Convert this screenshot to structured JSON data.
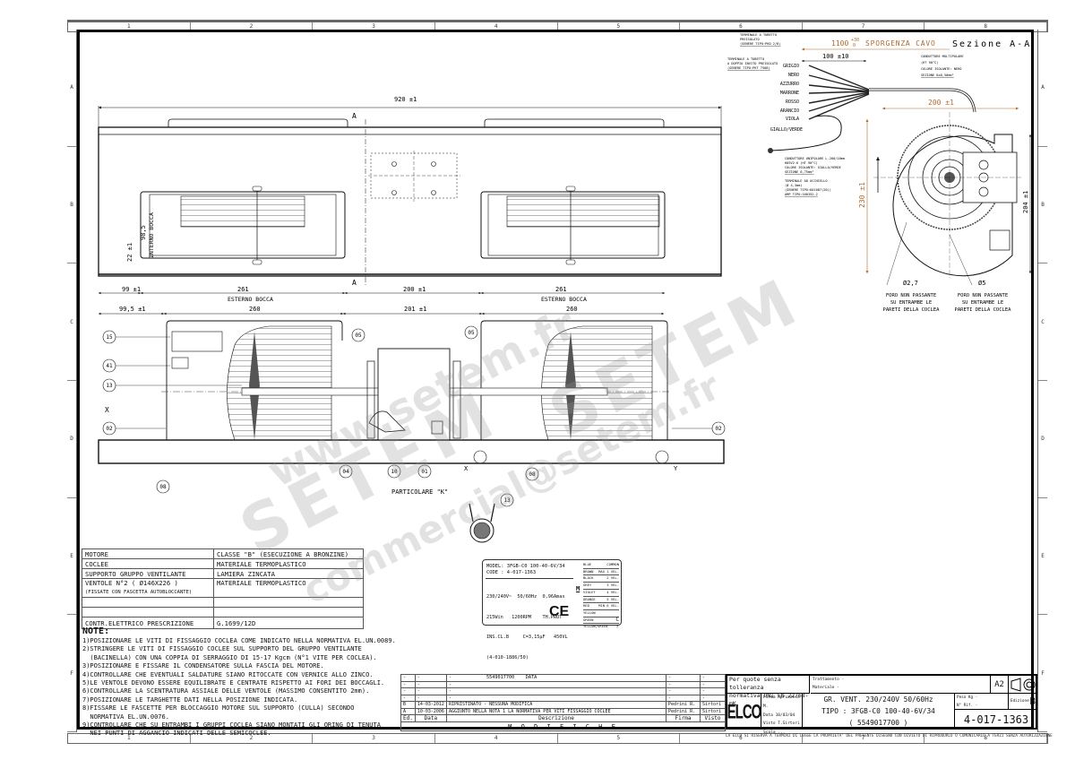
{
  "rulers": {
    "columns": [
      "1",
      "2",
      "3",
      "4",
      "5",
      "6",
      "7",
      "8"
    ],
    "rows": [
      "A",
      "B",
      "C",
      "D",
      "E",
      "F"
    ]
  },
  "front_view": {
    "overall_width": "920 ±1",
    "section_marker": "A",
    "left_offset": "99 ±1",
    "mouth_external": "261",
    "mouth_external_label": "ESTERNO BOCCA",
    "center_gap": "200 ±1",
    "mouth_internal": "98,5",
    "mouth_internal_label": "INTERNO BOCCA",
    "bottom_offset": "22 ±1"
  },
  "bottom_view": {
    "left_offset": "99,5 ±1",
    "left_mouth": "260",
    "center_gap": "201 ±1",
    "right_mouth": "260",
    "x_marker": "X",
    "y_marker": "Y",
    "callouts": [
      "15",
      "41",
      "13",
      "02",
      "05",
      "05",
      "04",
      "10",
      "01",
      "08",
      "08",
      "02"
    ],
    "detail_label": "PARTICOLARE \"K\"",
    "detail_callout": "13"
  },
  "section_view": {
    "title": "Sezione A-A",
    "cable_length": "1100",
    "cable_tol_plus": "+30",
    "cable_tol_minus": "0",
    "cable_label": "SPORGENZA CAVO",
    "strip_length": "100 ±10",
    "wires": [
      "GRIGIO",
      "NERO",
      "AZZURRO",
      "MARRONE",
      "ROSSO",
      "ARANCIO",
      "VIOLA"
    ],
    "ground_wire": "GIALLO/VERDE",
    "terminal_note_1": [
      "TERMINALE A TUBETTO",
      "PREISOLATO",
      "(GENERE TIPO:PKD 2/8)"
    ],
    "terminal_note_2": [
      "TERMINALE A TUBETTO",
      "A DOPPIO INVITO PREISOLATO",
      "(GENERE TIPO:PKT 7508)"
    ],
    "cable_note": [
      "CONDUTTORE MULTIPOLARE",
      "(HT 90°C)",
      "COLORE ISOLANTE: NERO",
      "SEZIONE 8x0,50mm²"
    ],
    "ground_note": [
      "CONDUTTORE UNIPOLARE L.200/10mm",
      "H05V2-K (HT 90°C)",
      "COLORE ISOLANTE: GIALLO/VERDE",
      "SEZIONE 0,75mm²"
    ],
    "eyelet_note": [
      "TERMINALE AD OCCHIELLO",
      "(Ø 4,3mm)",
      "(GENERE TIPO:601087(20))",
      "AMP   TIPO:160352-2"
    ],
    "width_dim": "200 ±1",
    "height_dim": "230 ±1",
    "side_dim": "204 ±1",
    "hole_small": "Ø2,7",
    "hole_large": "Ø5",
    "hole_note": [
      "FORO NON PASSANTE",
      "SU ENTRAMBE LE",
      "PARETI DELLA COCLEA"
    ]
  },
  "spec_table": [
    {
      "item": "MOTORE",
      "value": "CLASSE \"B\" (ESECUZIONE A BRONZINE)"
    },
    {
      "item": "COCLEE",
      "value": "MATERIALE TERMOPLASTICO"
    },
    {
      "item": "SUPPORTO GRUPPO VENTILANTE",
      "value": "LAMIERA ZINCATA"
    },
    {
      "item": "VENTOLE N°2 ( Ø146X226 )",
      "sub": "(FISSATE CON FASCETTA AUTOBLOCCANTE)",
      "value": "MATERIALE TERMOPLASTICO"
    },
    {
      "item": "",
      "value": ""
    },
    {
      "item": "",
      "value": ""
    },
    {
      "item": "CONTR.ELETTRICO PRESCRIZIONE",
      "value": "G.1699/12D"
    }
  ],
  "notes": {
    "title": "NOTE:",
    "text": "1)POSIZIONARE LE VITI DI FISSAGGIO COCLEA COME INDICATO NELLA NORMATIVA EL.UN.0089.\n2)STRINGERE LE VITI DI FISSAGGIO COCLEE SUL SUPPORTO DEL GRUPPO VENTILANTE\n  (BACINELLA) CON UNA COPPIA DI SERRAGGIO DI 15-17 Kgcm (N°1 VITE PER COCLEA).\n3)POSIZIONARE E FISSARE IL CONDENSATORE SULLA FASCIA DEL MOTORE.\n4)CONTROLLARE CHE EVENTUALI SALDATURE SIANO RITOCCATE CON VERNICE ALLO ZINCO.\n5)LE VENTOLE DEVONO ESSERE EQUILIBRATE E CENTRATE RISPETTO AI FORI DEI BOCCAGLI.\n6)CONTROLLARE LA SCENTRATURA ASSIALE DELLE VENTOLE (MASSIMO CONSENTITO 2mm).\n7)POSIZIONARE LE TARGHETTE DATI NELLA POSIZIONE INDICATA.\n8)FISSARE LE FASCETTE PER BLOCCAGGIO MOTORE SUL SUPPORTO (CULLA) SECONDO\n  NORMATIVA EL.UN.0076.\n9)CONTROLLARE CHE SU ENTRAMBI I GRUPPI COCLEA SIANO MONTATI GLI ORING DI TENUTA\n  NEI PUNTI DI AGGANCIO INDICATI DELLE SEMICOCLEE."
  },
  "motor_label": {
    "model": "MODEL: 3FGB-C0 100-40-6V/34",
    "code": "CODE : 4-017-1363",
    "line1": "230/240V~  50/60Hz  0,96Amax",
    "line2": "215Win   1200RPM    TH.PROT",
    "line3": "INS.CL.B     C=3,15µF   450VL",
    "line4": "(4-010-1886/50)",
    "line5": "5549017700    DATA",
    "mark": "CE",
    "motor_symbol": "M",
    "wire_table": [
      {
        "color": "BLUE",
        "fn": "COMMON"
      },
      {
        "color": "BROWN",
        "fn": "MAX 1 VEL."
      },
      {
        "color": "BLACK",
        "fn": "2 VEL."
      },
      {
        "color": "GREY",
        "fn": "3 VEL."
      },
      {
        "color": "VIOLET",
        "fn": "4 VEL."
      },
      {
        "color": "ORANGE",
        "fn": "5 VEL."
      },
      {
        "color": "RED",
        "fn": "MIN 6 VEL."
      },
      {
        "color": "YELLOW",
        "fn": ""
      },
      {
        "color": "GREEN",
        "fn": "C"
      },
      {
        "color": "YELLOW/GREEN",
        "fn": "⏚"
      }
    ]
  },
  "modifications": {
    "rows": [
      {
        "ed": "-",
        "date": "-",
        "desc": "-",
        "sign": "-",
        "seen": "-"
      },
      {
        "ed": "-",
        "date": "-",
        "desc": "-",
        "sign": "-",
        "seen": "-"
      },
      {
        "ed": "-",
        "date": "-",
        "desc": "-",
        "sign": "-",
        "seen": "-"
      },
      {
        "ed": "-",
        "date": "-",
        "desc": "-",
        "sign": "-",
        "seen": "-"
      },
      {
        "ed": "B",
        "date": "14-03-2012",
        "desc": "RIPRISTINATO - NESSUNA MODIFICA",
        "sign": "Pedrini R.",
        "seen": "Sirtori"
      },
      {
        "ed": "A",
        "date": "10-03-2006",
        "desc": "AGGIUNTO NELLA NOTA 1 LA NORMATIVA PER VITI FISSAGGIO COCLEE",
        "sign": "Pedrini R.",
        "seen": "Sirtori"
      }
    ],
    "headers": {
      "ed": "Ed.",
      "date": "Data",
      "desc": "Descrizione",
      "sign": "Firma",
      "seen": "Visto"
    },
    "title": "M O D I F I C H E"
  },
  "title_block": {
    "tolerance_line1": "Per quote senza tolleranza",
    "tolerance_line2": "normativa UNI EN 22768-mK",
    "treatment_label": "Trattamento",
    "treatment_value": "-",
    "material_label": "Materiale",
    "material_value": "-",
    "sheet_size": "A2",
    "company": "ELCO",
    "signed_label": "Firma",
    "signed_value": "Apruzzese M.",
    "date_label": "Data",
    "date_value": "10/03/04",
    "seen_label": "Visto",
    "seen_value": "T.Sirtori",
    "scale_label": "Scala",
    "scale_value": "...",
    "title_line1": "GR. VENT. 230/240V 50/60Hz",
    "title_line2": "TIPO : 3FGB-C0 100-40-6V/34",
    "title_line3": "( 5549017700 )",
    "weight_label": "Peso Kg",
    "weight_value": "-",
    "ref_label": "N° Rif.",
    "ref_value": "-",
    "edition_label": "Edizione",
    "edition_value": "B",
    "drawing_number": "4-017-1363",
    "footer": "LA ELCO SI RISERVA A TERMINI DI LEGGE LA PROPRIETA' DEL PRESENTE DISEGNO CON DIVIETO DI RIPRODURLO O COMUNICARLO A TERZI SENZA AUTORIZZAZIONE"
  },
  "watermarks": {
    "line1": "www.setem.fr",
    "line2": "SETEM",
    "line3": "commercial@setem.fr",
    "line4": "SETEM"
  },
  "colors": {
    "dimension": "#b06a2a",
    "line": "#111111",
    "watermark": "#9a9a9a"
  }
}
